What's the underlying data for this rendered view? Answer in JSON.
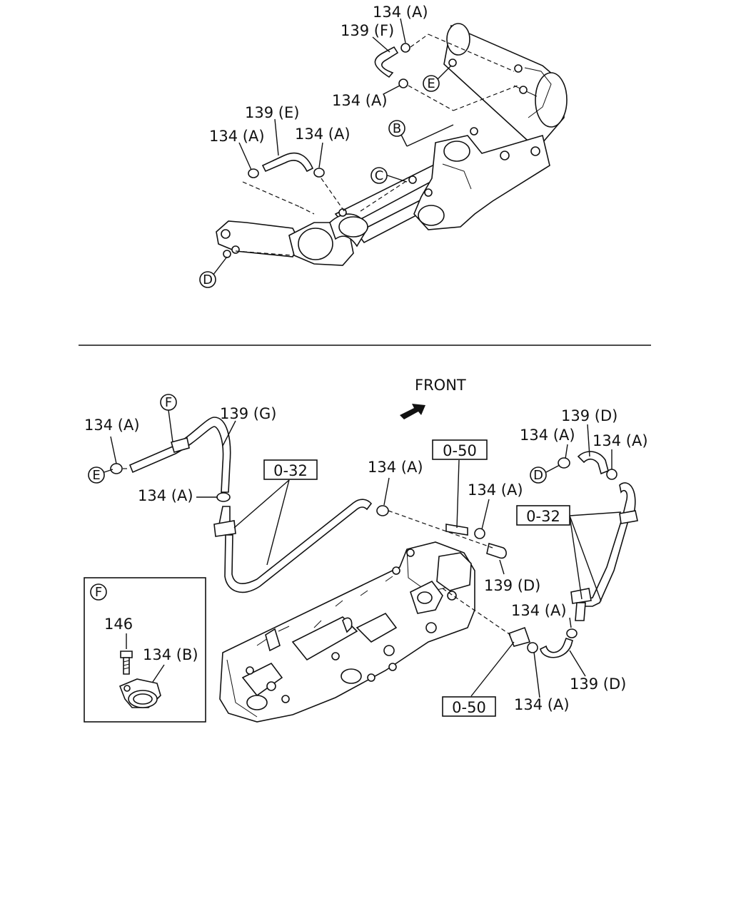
{
  "top_labels": {
    "l_134a_1": "134 (A)",
    "l_139f": "139 (F)",
    "l_134a_2": "134 (A)",
    "l_139e": "139 (E)",
    "l_134a_3": "134 (A)",
    "l_134a_4": "134 (A)"
  },
  "top_markers": {
    "b": "B",
    "c": "C",
    "d": "D",
    "e": "E"
  },
  "bottom_labels": {
    "front": "FRONT",
    "l_139g": "139 (G)",
    "l_134a_left": "134 (A)",
    "l_134a_left2": "134 (A)",
    "l_134a_mid": "134 (A)",
    "l_134a_mid2": "134 (A)",
    "l_139d_mid": "139 (D)",
    "l_139d_top": "139 (D)",
    "l_134a_right1": "134 (A)",
    "l_134a_right2": "134 (A)",
    "l_134a_right3": "134 (A)",
    "l_139d_bottom": "139 (D)",
    "l_134a_bottom": "134 (A)"
  },
  "bottom_markers": {
    "f": "F",
    "e": "E",
    "d": "D"
  },
  "boxes": {
    "o32_left": "0-32",
    "o50_top": "0-50",
    "o32_right": "0-32",
    "o50_bottom": "0-50"
  },
  "inset": {
    "marker": "F",
    "l_146": "146",
    "l_134b": "134 (B)"
  }
}
